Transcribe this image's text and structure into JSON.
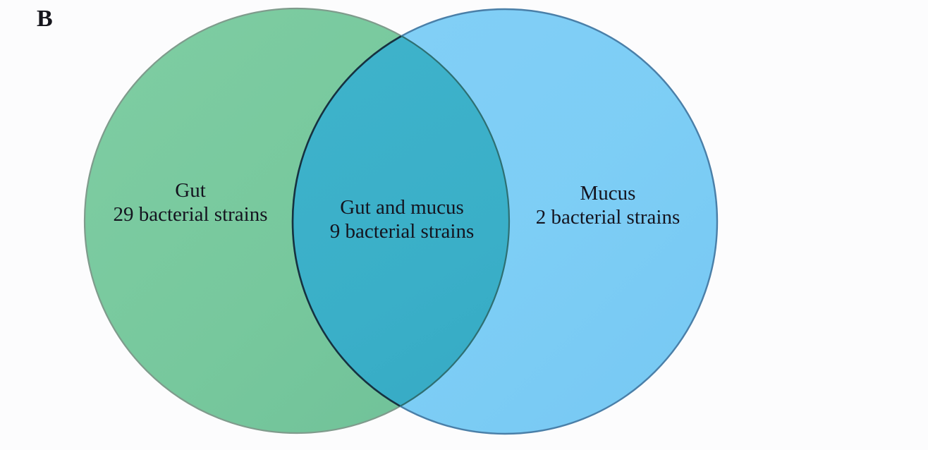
{
  "figure": {
    "panel_label": "B",
    "background_color": "#fcfcfd",
    "type": "venn-diagram"
  },
  "chart_data": {
    "type": "venn",
    "title": "",
    "sets": [
      {
        "id": "gut",
        "name": "Gut",
        "count_label": "29 bacterial strains",
        "count": 29,
        "fill_color": "#79c89d",
        "stroke_color": "#6f9a85"
      },
      {
        "id": "mucus",
        "name": "Mucus",
        "count_label": "2 bacterial strains",
        "count": 2,
        "fill_color": "#79ccf5",
        "stroke_color": "#4a7fa8"
      }
    ],
    "intersection": {
      "id": "gut-and-mucus",
      "name": "Gut and mucus",
      "count_label": "9 bacterial strains",
      "count": 9,
      "fill_color": "#3aafc8"
    },
    "unit": "bacterial strains",
    "legend": "none",
    "grid": false
  },
  "labels": {
    "left": {
      "title": "Gut",
      "subtitle": "29 bacterial strains"
    },
    "center": {
      "title": "Gut and mucus",
      "subtitle": "9 bacterial strains"
    },
    "right": {
      "title": "Mucus",
      "subtitle": "2 bacterial strains"
    }
  }
}
